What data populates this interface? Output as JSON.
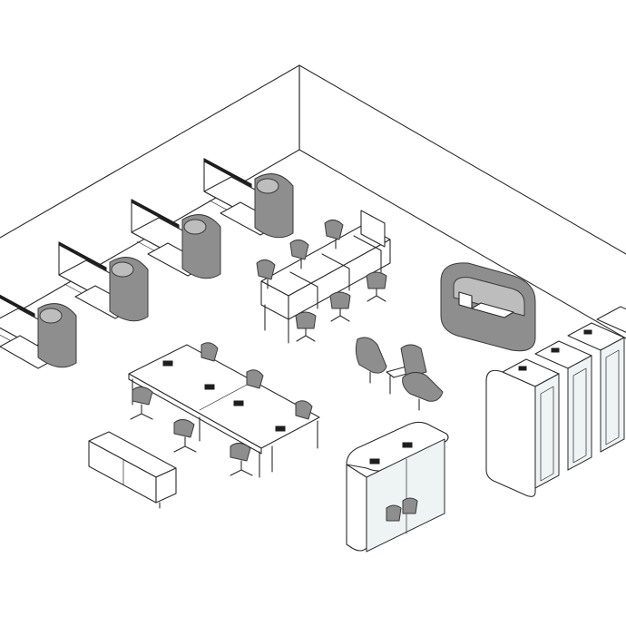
{
  "colors": {
    "line": "#2b2b2b",
    "upholstery": "#8e8e8e",
    "upholstery_light": "#bdbdbd",
    "glass": "#eef3f3",
    "background": "#ffffff"
  },
  "zones": [
    "room-walls",
    "privacy-pod-desks",
    "cubicle-cluster",
    "meeting-booth",
    "lounge-chairs",
    "phone-booths",
    "bench-table",
    "storage-credenza",
    "meeting-pod"
  ]
}
